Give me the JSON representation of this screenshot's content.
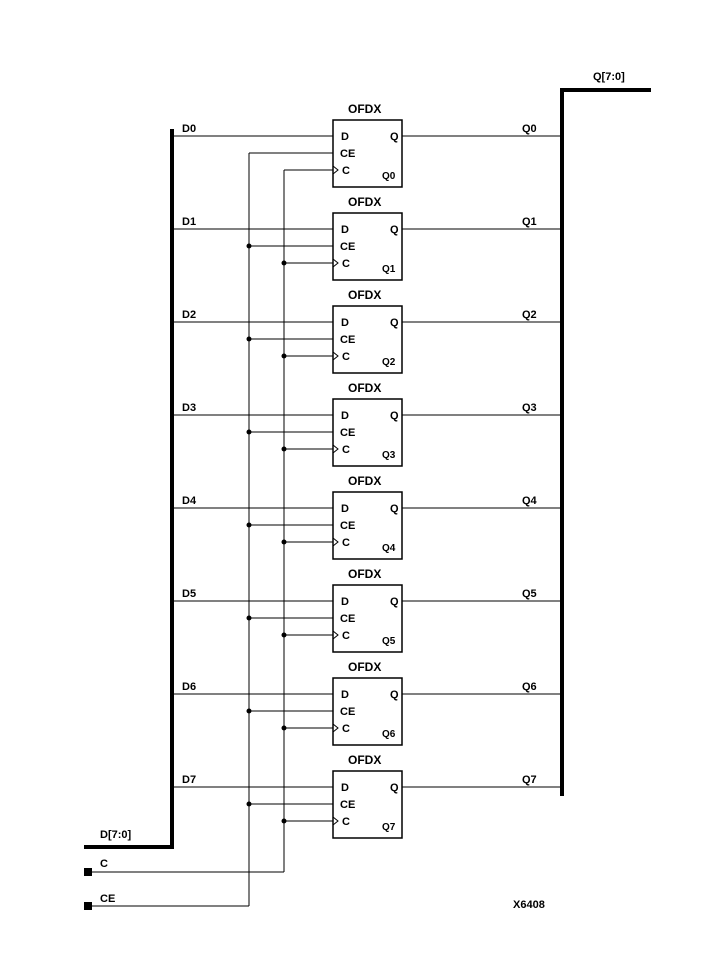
{
  "diagram": {
    "input_bus_label": "D[7:0]",
    "output_bus_label": "Q[7:0]",
    "clock_label": "C",
    "clock_enable_label": "CE",
    "figure_id": "X6408"
  },
  "flipflops": [
    {
      "title": "OFDX",
      "d_net": "D0",
      "q_net": "Q0",
      "instance": "Q0",
      "pin_d": "D",
      "pin_ce": "CE",
      "pin_c": "C",
      "pin_q": "Q"
    },
    {
      "title": "OFDX",
      "d_net": "D1",
      "q_net": "Q1",
      "instance": "Q1",
      "pin_d": "D",
      "pin_ce": "CE",
      "pin_c": "C",
      "pin_q": "Q"
    },
    {
      "title": "OFDX",
      "d_net": "D2",
      "q_net": "Q2",
      "instance": "Q2",
      "pin_d": "D",
      "pin_ce": "CE",
      "pin_c": "C",
      "pin_q": "Q"
    },
    {
      "title": "OFDX",
      "d_net": "D3",
      "q_net": "Q3",
      "instance": "Q3",
      "pin_d": "D",
      "pin_ce": "CE",
      "pin_c": "C",
      "pin_q": "Q"
    },
    {
      "title": "OFDX",
      "d_net": "D4",
      "q_net": "Q4",
      "instance": "Q4",
      "pin_d": "D",
      "pin_ce": "CE",
      "pin_c": "C",
      "pin_q": "Q"
    },
    {
      "title": "OFDX",
      "d_net": "D5",
      "q_net": "Q5",
      "instance": "Q5",
      "pin_d": "D",
      "pin_ce": "CE",
      "pin_c": "C",
      "pin_q": "Q"
    },
    {
      "title": "OFDX",
      "d_net": "D6",
      "q_net": "Q6",
      "instance": "Q6",
      "pin_d": "D",
      "pin_ce": "CE",
      "pin_c": "C",
      "pin_q": "Q"
    },
    {
      "title": "OFDX",
      "d_net": "D7",
      "q_net": "Q7",
      "instance": "Q7",
      "pin_d": "D",
      "pin_ce": "CE",
      "pin_c": "C",
      "pin_q": "Q"
    }
  ]
}
